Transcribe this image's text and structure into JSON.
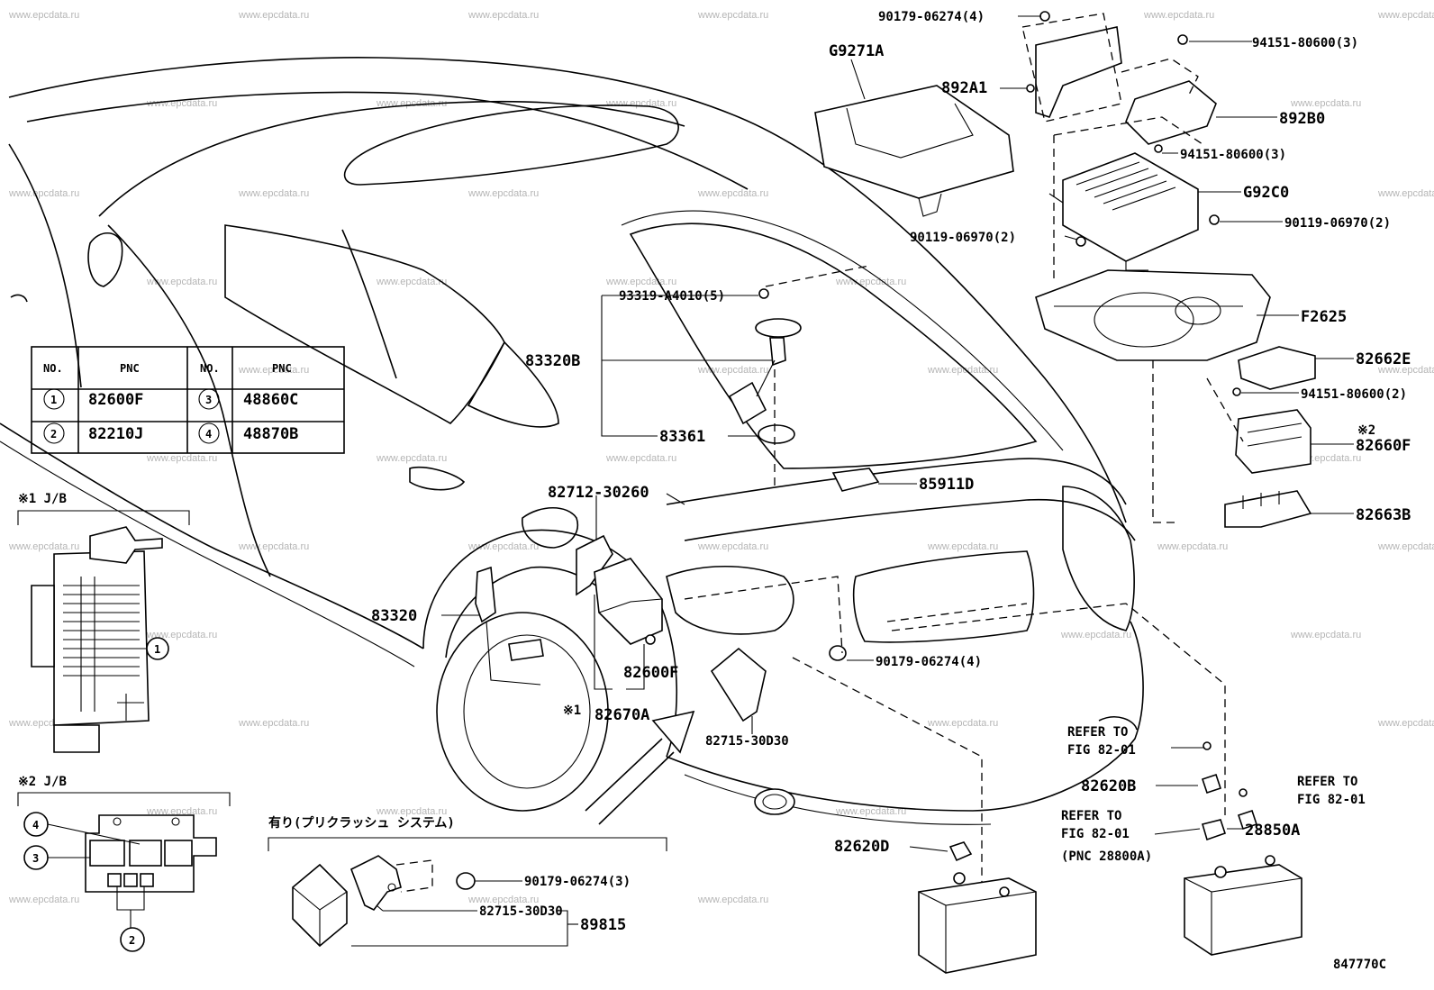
{
  "watermark": "www.epcdata.ru",
  "figure_id": "847770C",
  "labels": {
    "p90179_top": "90179-06274(4)",
    "p94151_a": "94151-80600(3)",
    "g9271a": "G9271A",
    "p892a1": "892A1",
    "p892b0": "892B0",
    "p94151_b": "94151-80600(3)",
    "g92c0": "G92C0",
    "p90119_left": "90119-06970(2)",
    "p90119_right": "90119-06970(2)",
    "p93319": "93319-A4010(5)",
    "f2625": "F2625",
    "p83320b": "83320B",
    "p82662e": "82662E",
    "p94151_c": "94151-80600(2)",
    "p83361": "83361",
    "note2_mark": "※2",
    "p82660f": "82660F",
    "p85911d": "85911D",
    "p82712": "82712-30260",
    "p82663b": "82663B",
    "p83320": "83320",
    "p90179_mid": "90179-06274(4)",
    "p82600f": "82600F",
    "note1_mark": "※1",
    "p82670a": "82670A",
    "p82715_a": "82715-30D30",
    "refer1_a": "REFER TO",
    "refer1_b": "FIG 82-01",
    "p82620b": "82620B",
    "refer2_a": "REFER TO",
    "refer2_b": "FIG 82-01",
    "refer3_a": "REFER TO",
    "refer3_b": "FIG 82-01",
    "refer3_c": "(PNC 28800A)",
    "p28850a": "28850A",
    "p82620d": "82620D",
    "jb1_title": "※1 J/B",
    "jb2_title": "※2 J/B",
    "precrash_title": "有り(プリクラッシュ システム)",
    "p90179_bottom": "90179-06274(3)",
    "p82715_b": "82715-30D30",
    "p89815": "89815"
  },
  "callout_markers": {
    "one": "1",
    "two": "2",
    "three": "3",
    "four": "4"
  },
  "pnc_table": {
    "headers": [
      "NO.",
      "PNC",
      "NO.",
      "PNC"
    ],
    "rows": [
      {
        "no_left": "1",
        "pnc_left": "82600F",
        "no_right": "3",
        "pnc_right": "48860C"
      },
      {
        "no_left": "2",
        "pnc_left": "82210J",
        "no_right": "4",
        "pnc_right": "48870B"
      }
    ]
  }
}
